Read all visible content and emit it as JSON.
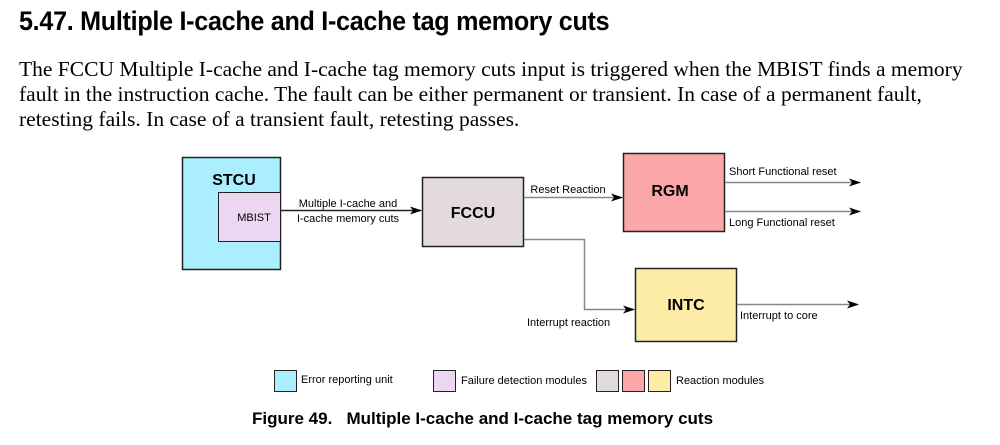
{
  "section": {
    "number": "5.47.",
    "title": "Multiple I-cache and I-cache tag memory cuts",
    "body": "The FCCU Multiple I-cache and I-cache tag memory cuts input is triggered when the MBIST finds a memory fault in the instruction cache. The fault can be either permanent or transient. In case of a permanent fault, retesting fails. In case of a transient fault, retesting passes."
  },
  "diagram": {
    "blocks": {
      "stcu": {
        "label": "STCU",
        "color": "#aaeeff"
      },
      "mbist": {
        "label": "MBIST",
        "color": "#ecd6f2"
      },
      "fccu": {
        "label": "FCCU",
        "color": "#e2dadc"
      },
      "rgm": {
        "label": "RGM",
        "color": "#fba7a9"
      },
      "intc": {
        "label": "INTC",
        "color": "#fdeca6"
      }
    },
    "signals": {
      "mbist_to_fccu_line1": "Multiple I-cache and",
      "mbist_to_fccu_line2": "I-cache memory cuts",
      "reset_reaction": "Reset Reaction",
      "short_reset": "Short Functional reset",
      "long_reset": "Long Functional reset",
      "interrupt_reaction": "Interrupt reaction",
      "interrupt_to_core": "Interrupt to core"
    },
    "legend": [
      {
        "label": "Error reporting unit",
        "colors": [
          "#aaeeff"
        ]
      },
      {
        "label": "Failure detection modules",
        "colors": [
          "#ecd6f2"
        ]
      },
      {
        "label": "Reaction modules",
        "colors": [
          "#e2dadc",
          "#fba7a9",
          "#fdeca6"
        ]
      }
    ],
    "caption": "Figure 49.   Multiple I-cache and I-cache tag memory cuts"
  }
}
